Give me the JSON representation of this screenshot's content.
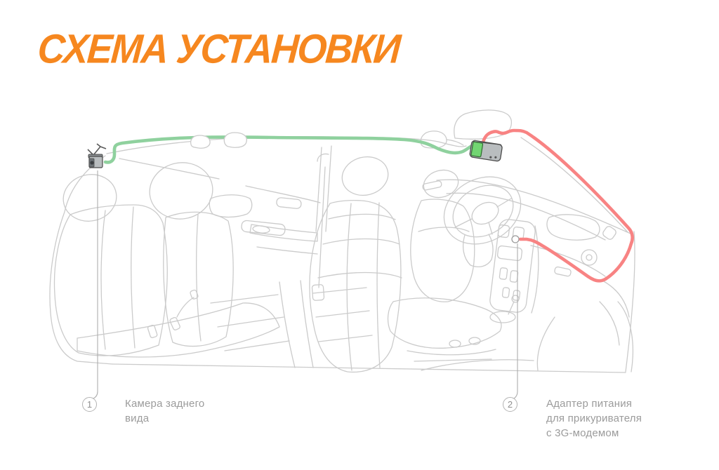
{
  "title": {
    "text": "СХЕМА УСТАНОВКИ",
    "color": "#F6871F"
  },
  "diagram": {
    "line_art_color": "#CBCBCB",
    "leader_line_color": "#ADADAD",
    "cables": [
      {
        "id": "rear-camera-video-cable",
        "color": "#8FD19E"
      },
      {
        "id": "power-adapter-cable",
        "color": "#F88383"
      }
    ],
    "devices": {
      "mirror_dvr_screen_color": "#72D572"
    },
    "callouts": [
      {
        "number": "1",
        "label_lines": [
          "Камера заднего",
          "вида",
          ""
        ]
      },
      {
        "number": "2",
        "label_lines": [
          "Адаптер питания",
          "для прикуривателя",
          "с 3G-модемом"
        ]
      }
    ]
  }
}
